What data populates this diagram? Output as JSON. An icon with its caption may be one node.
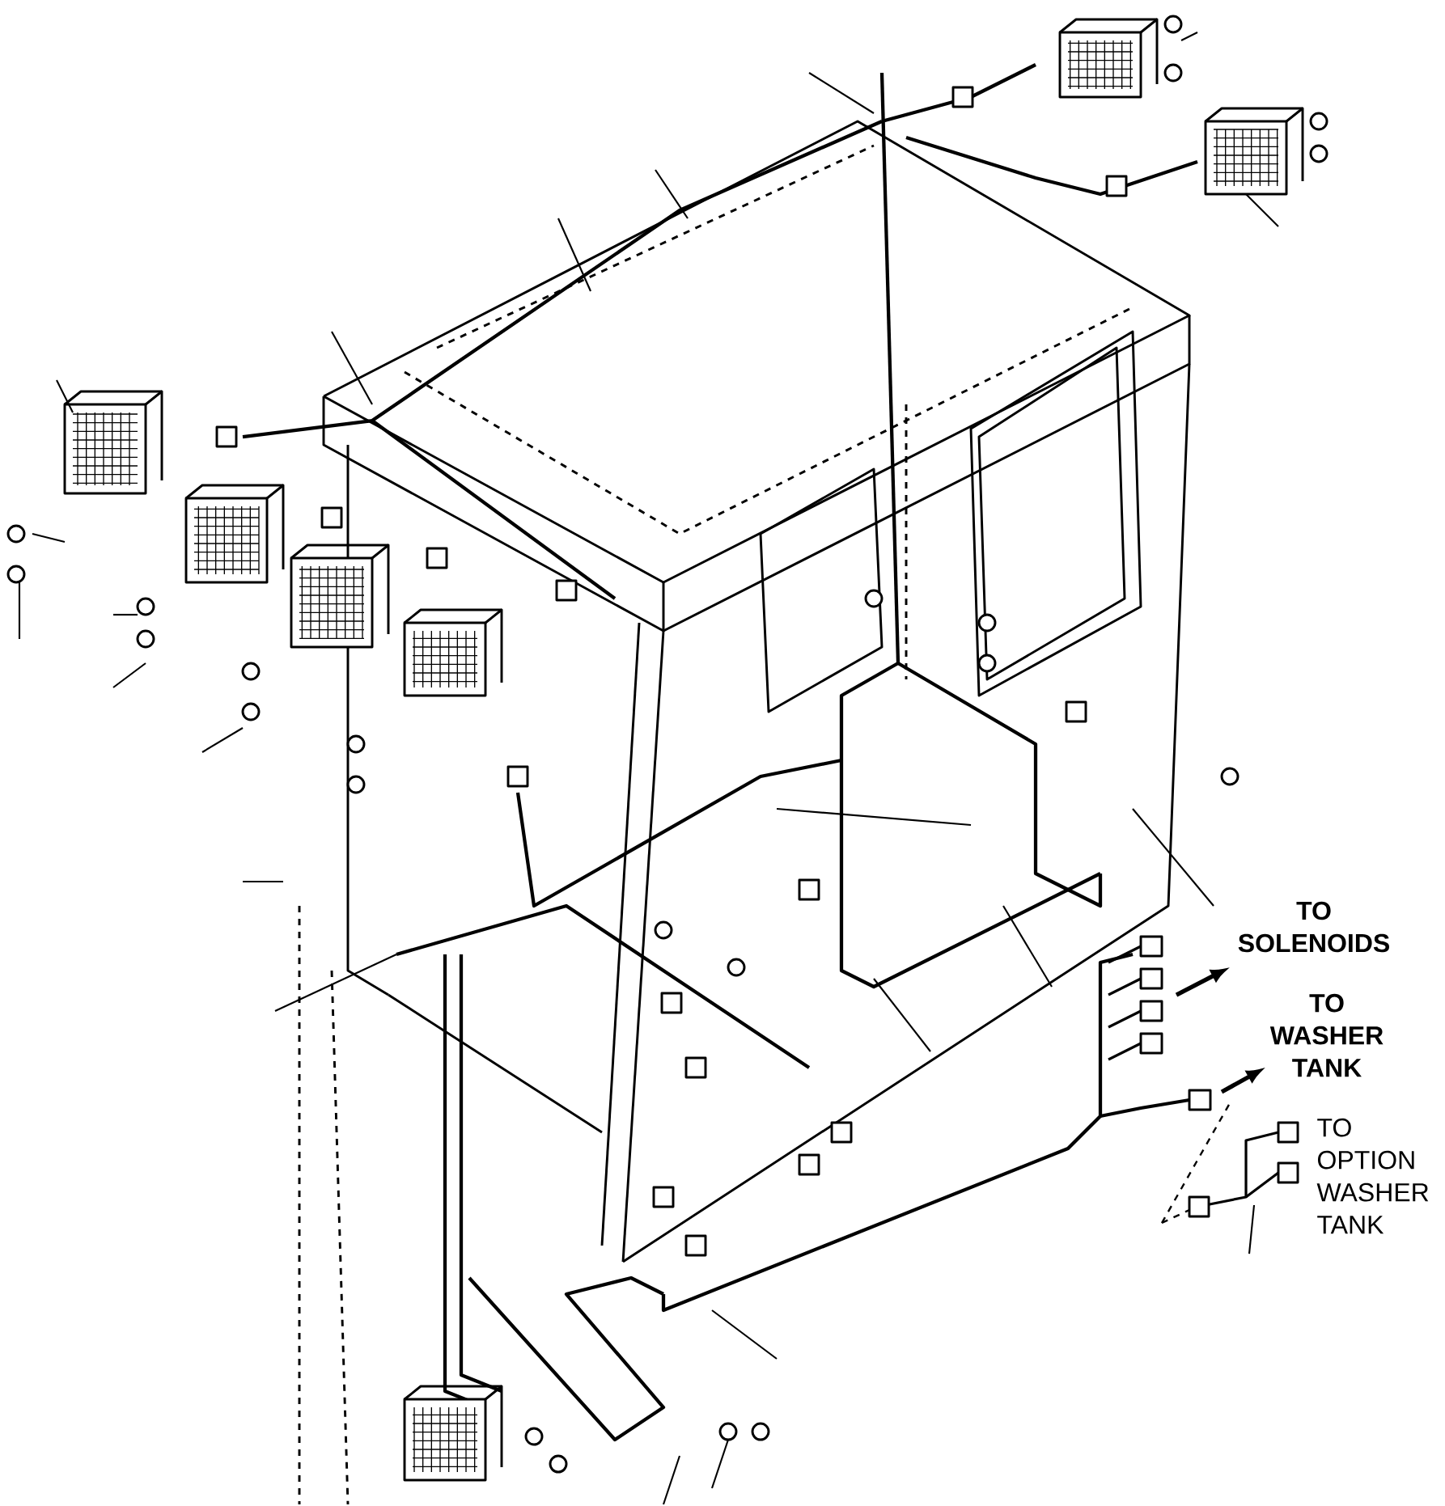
{
  "diagram": {
    "labels": [
      "TO SOLENOIDS",
      "TO WASHER TANK",
      "TO OPTION WASHER TANK"
    ]
  }
}
